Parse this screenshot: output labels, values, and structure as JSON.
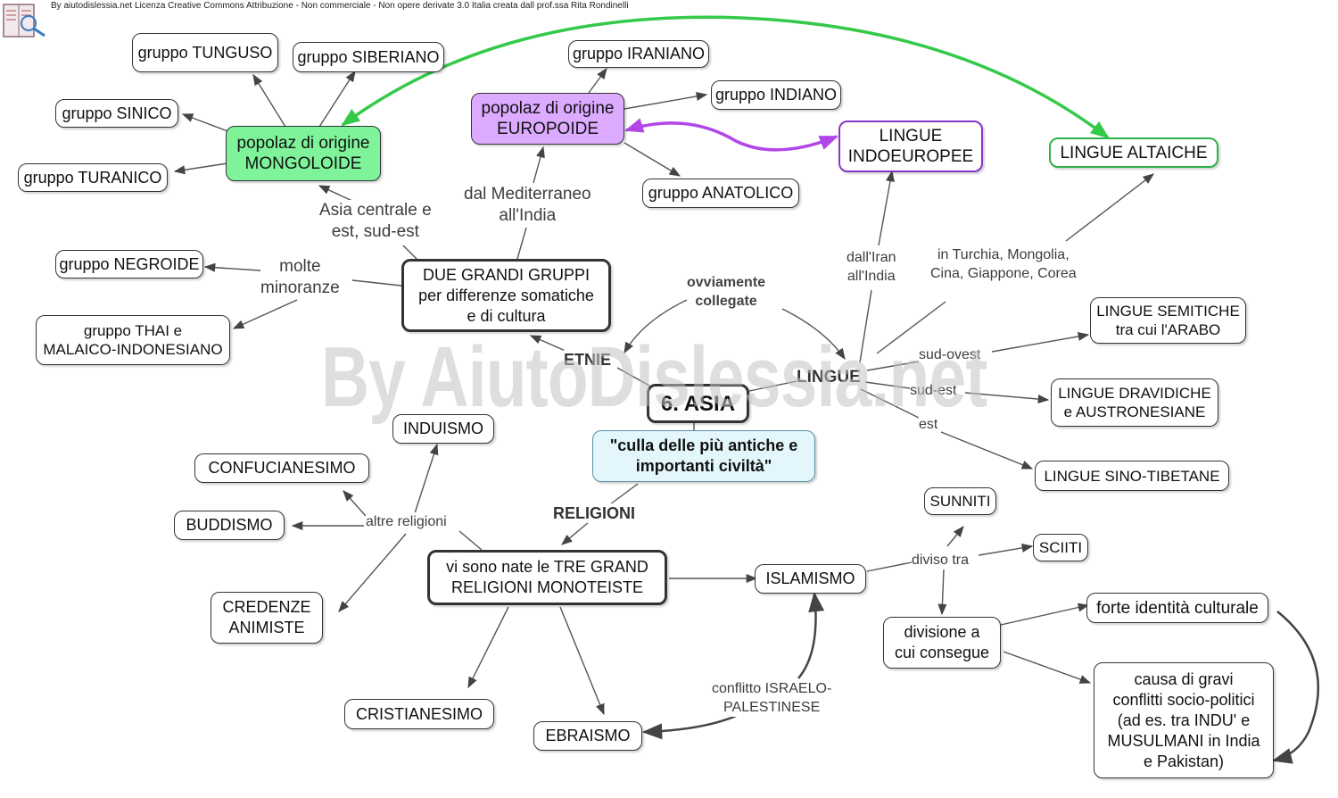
{
  "credit": "By aiutodislessia.net Licenza Creative Commons Attribuzione - Non commerciale - Non opere derivate 3.0 Italia creata dall prof.ssa Rita Rondinelli",
  "watermark": "By AiutoDislessia.net",
  "logo_icon": "book-map-icon",
  "colors": {
    "mongoloide_fill": "#7ef39a",
    "europoide_fill": "#dcaaff",
    "purple_link": "#b146e8",
    "green_link": "#35c94a",
    "civilta_fill": "#e3f6fb"
  },
  "nodes": {
    "asia": "6. ASIA",
    "culla": "\"culla delle più antiche e\nimportanti civiltà\"",
    "due_gruppi": "DUE GRANDI GRUPPI\nper differenze somatiche\ne di cultura",
    "mongoloide": "popolaz di origine\nMONGOLOIDE",
    "europoide": "popolaz di origine\nEUROPOIDE",
    "tunguso": "gruppo TUNGUSO",
    "siberiano": "gruppo SIBERIANO",
    "sinico": "gruppo SINICO",
    "turanico": "gruppo TURANICO",
    "iraniano": "gruppo IRANIANO",
    "indiano": "gruppo INDIANO",
    "anatolico": "gruppo ANATOLICO",
    "negroide": "gruppo NEGROIDE",
    "thai": "gruppo THAI e\nMALAICO-INDONESIANO",
    "indoeuropee": "LINGUE\nINDOEUROPEE",
    "altaiche": "LINGUE ALTAICHE",
    "semitiche": "LINGUE SEMITICHE\ntra cui l'ARABO",
    "dravidiche": "LINGUE DRAVIDICHE\ne AUSTRONESIANE",
    "sino_tibetane": "LINGUE SINO-TIBETANE",
    "induismo": "INDUISMO",
    "confucianesimo": "CONFUCIANESIMO",
    "buddismo": "BUDDISMO",
    "credenze": "CREDENZE\nANIMISTE",
    "tre_religioni": "vi sono nate le TRE GRAND\nRELIGIONI MONOTEISTE",
    "islamismo": "ISLAMISMO",
    "cristianesimo": "CRISTIANESIMO",
    "ebraismo": "EBRAISMO",
    "sunniti": "SUNNITI",
    "sciiti": "SCIITI",
    "divisione": "divisione a\ncui consegue",
    "identita": "forte identità culturale",
    "conflitti": "causa di gravi\nconflitti socio-politici\n(ad es. tra INDU' e\nMUSULMANI in India\ne Pakistan)"
  },
  "labels": {
    "etnie": "ETNIE",
    "lingue": "LINGUE",
    "religioni": "RELIGIONI",
    "ovviamente": "ovviamente\ncollegate",
    "asia_centrale": "Asia centrale e\nest, sud-est",
    "mediterraneo": "dal Mediterraneo\nall'India",
    "molte_minoranze": "molte\nminoranze",
    "iran_india": "dall'Iran\nall'India",
    "turchia": "in Turchia, Mongolia,\nCina, Giappone, Corea",
    "sud_ovest": "sud-ovest",
    "sud_est": "sud-est",
    "est": "est",
    "altre_religioni": "altre religioni",
    "diviso_tra": "diviso tra",
    "conflitto": "conflitto ISRAELO-\nPALESTINESE"
  }
}
